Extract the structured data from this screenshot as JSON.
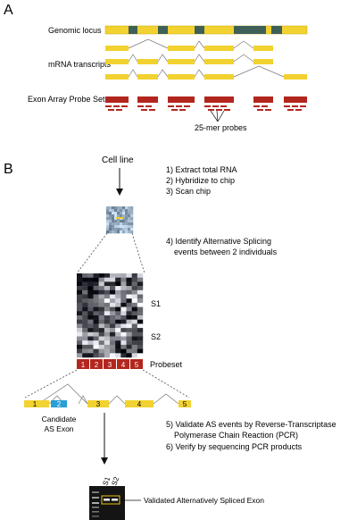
{
  "panel_a": {
    "letter": "A",
    "labels": {
      "genomic_locus": "Genomic locus",
      "mrna_transcripts": "mRNA transcripts",
      "probe_set": "Exon Array Probe Set",
      "probes": "25-mer probes"
    }
  },
  "panel_b": {
    "letter": "B",
    "cell_line": "Cell line",
    "steps": {
      "s1": "1) Extract total RNA",
      "s2": "2) Hybridize to chip",
      "s3": "3) Scan chip",
      "s4_l1": "4) Identify Alternative Splicing",
      "s4_l2": "events between 2 individuals",
      "s5_l1": "5) Validate AS events by Reverse-Transcriptase",
      "s5_l2": "Polymerase Chain Reaction (PCR)",
      "s6": "6) Verify by sequencing PCR products"
    },
    "heatmap_rows": {
      "top": "S1",
      "bottom": "S2"
    },
    "probeset": {
      "label": "Probeset",
      "numbers": [
        "1",
        "2",
        "3",
        "4",
        "5"
      ]
    },
    "exons": [
      "1",
      "2",
      "3",
      "4",
      "5"
    ],
    "candidate_l1": "Candidate",
    "candidate_l2": "AS Exon",
    "gel_lanes": [
      "S1",
      "S2"
    ],
    "gel_label": "Validated Alternatively Spliced Exon"
  },
  "colors": {
    "exon_yellow": "#f2d230",
    "intron_gray": "#3f6058",
    "probe_red": "#b3261e",
    "candidate_blue": "#2a9fd6",
    "gel_dark": "#141414"
  }
}
